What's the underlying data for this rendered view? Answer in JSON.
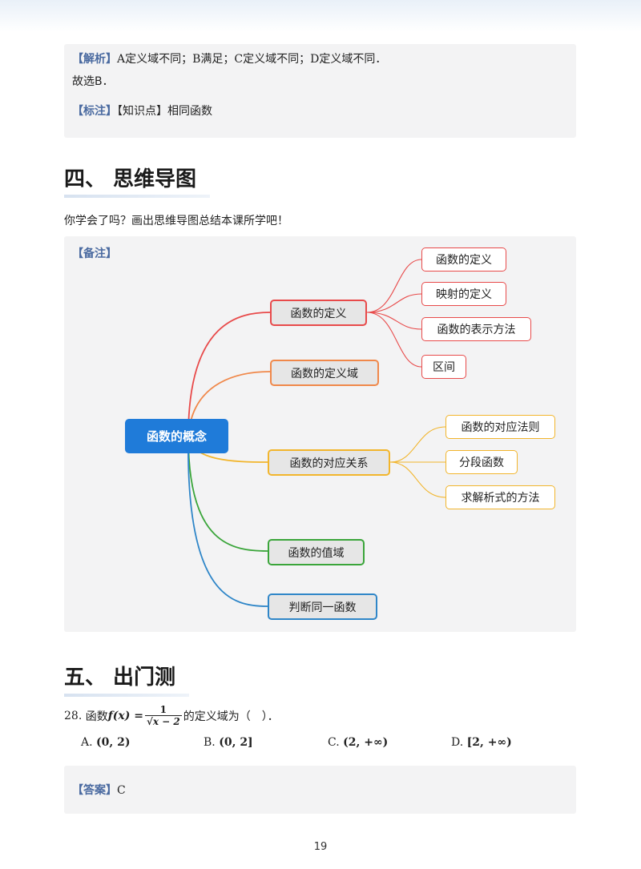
{
  "analysis_box": {
    "jiexi_tag": "【解析】",
    "jiexi_text": "A定义域不同；B满足；C定义域不同；D定义域不同．",
    "conclusion": "故选B．",
    "biaozhu_tag": "【标注】",
    "biaozhu_text": "【知识点】相同函数"
  },
  "section4": {
    "heading": "四、 思维导图",
    "prompt": "你学会了吗？画出思维导图总结本课所学吧！",
    "beizhu_tag": "【备注】"
  },
  "mindmap": {
    "root": "函数的概念",
    "branches": [
      {
        "label": "函数的定义",
        "color": "#e84a4a",
        "children": [
          "函数的定义",
          "映射的定义",
          "函数的表示方法",
          "区间"
        ]
      },
      {
        "label": "函数的定义域",
        "color": "#f0884a",
        "children": []
      },
      {
        "label": "函数的对应关系",
        "color": "#f2b52c",
        "children": [
          "函数的对应法则",
          "分段函数",
          "求解析式的方法"
        ]
      },
      {
        "label": "函数的值域",
        "color": "#3aa53a",
        "children": []
      },
      {
        "label": "判断同一函数",
        "color": "#2f86c8",
        "children": []
      }
    ]
  },
  "section5": {
    "heading": "五、 出门测",
    "question_no": "28.",
    "question_pre": "函数",
    "fx": "f(x) =",
    "frac_num": "1",
    "frac_den": "√x − 2",
    "question_post": "的定义域为（　）．",
    "options": [
      {
        "letter": "A.",
        "value": "(0, 2)"
      },
      {
        "letter": "B.",
        "value": "(0, 2]"
      },
      {
        "letter": "C.",
        "value": "(2, +∞)"
      },
      {
        "letter": "D.",
        "value": "[2, +∞)"
      }
    ],
    "answer_tag": "【答案】",
    "answer_value": "C"
  },
  "page_number": "19"
}
